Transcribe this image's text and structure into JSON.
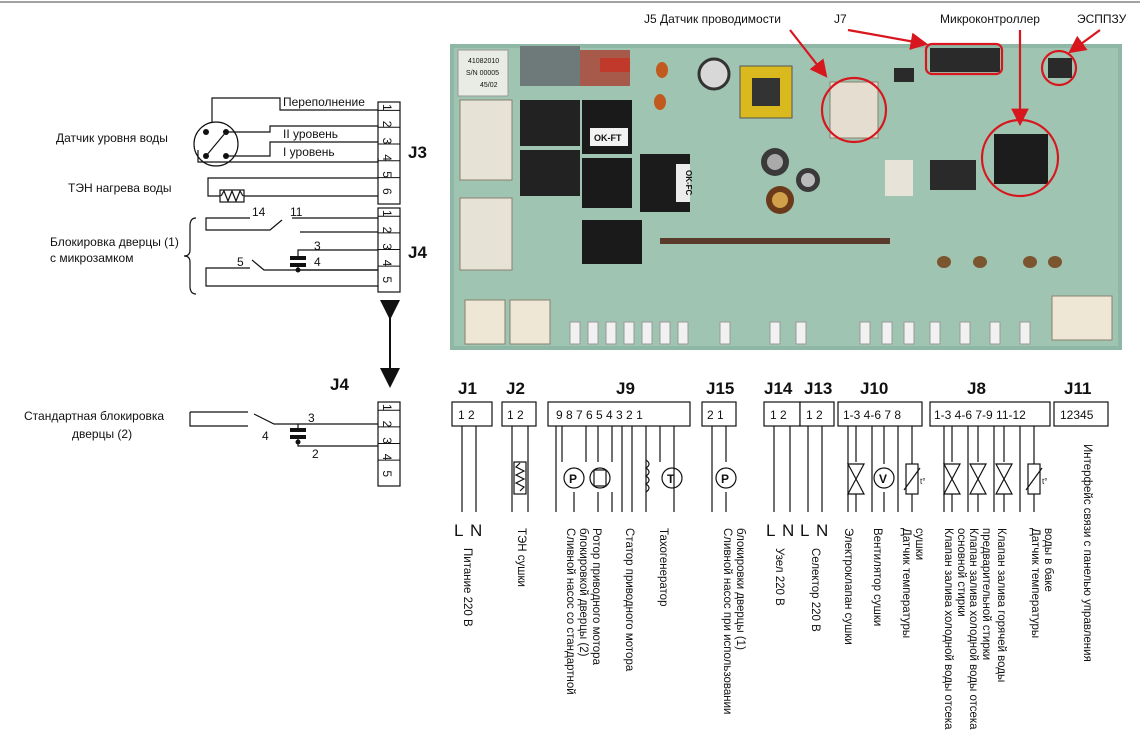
{
  "callouts": {
    "j5": "J5  Датчик проводимости",
    "j7": "J7",
    "mcu": "Микроконтроллер",
    "eeprom": "ЭСППЗУ"
  },
  "board": {
    "sticker_line1": "41082010",
    "sticker_line2": "S/N  00005",
    "sticker_line3": "45/02",
    "relay1": "OK-FT",
    "relay2": "OK-FC"
  },
  "left": {
    "water_level_sensor": "Датчик уровня воды",
    "overflow": "Переполнение",
    "level2": "II уровень",
    "level1": "I уровень",
    "heater": "ТЭН нагрева воды",
    "door_lock1_line1": "Блокировка дверцы (1)",
    "door_lock1_line2": "с микрозамком",
    "door_lock2_line1": "Стандартная блокировка",
    "door_lock2_line2": "дверцы (2)",
    "j3": "J3",
    "j4": "J4",
    "j4b": "J4",
    "j3_pins": [
      "1",
      "2",
      "3",
      "4",
      "5",
      "6"
    ],
    "j4_pins": [
      "1",
      "2",
      "3",
      "4",
      "5"
    ],
    "j4b_pins": [
      "1",
      "2",
      "3",
      "4",
      "5"
    ],
    "sw_14": "14",
    "sw_11": "11",
    "sw_3": "3",
    "sw_4": "4",
    "sw_5": "5",
    "sw2_3": "3",
    "sw2_4": "4",
    "sw2_2": "2"
  },
  "connectors": [
    {
      "name": "J1",
      "pins": "1  2"
    },
    {
      "name": "J2",
      "pins": "1  2"
    },
    {
      "name": "J9",
      "pins": "9  8  7  6  5  4  3  2  1"
    },
    {
      "name": "J15",
      "pins": "2  1"
    },
    {
      "name": "J14",
      "pins": "1  2"
    },
    {
      "name": "J13",
      "pins": "1  2"
    },
    {
      "name": "J10",
      "pins": "1-3   4-6   7   8"
    },
    {
      "name": "J8",
      "pins": "1-3    4-6   7-9  11-12"
    },
    {
      "name": "J11",
      "pins": "12345"
    }
  ],
  "bottom": {
    "L1": "L",
    "N1": "N",
    "L14": "L",
    "N14": "N",
    "L13": "L",
    "N13": "N",
    "pump_p": "P",
    "pump2_p": "P",
    "fan_v": "V",
    "tacho_t": "T",
    "temp_t": "t°",
    "temp_t2": "t°",
    "power": "Питание 220 В",
    "dry_heater": "ТЭН сушки",
    "drain_pump_std_1": "Сливной насос со стандартной",
    "drain_pump_std_2": "блокировкой дверцы (2)",
    "rotor": "Ротор приводного мотора",
    "stator": "Статор приводного мотора",
    "tacho": "Тахогенератор",
    "drain_pump_lock_1": "Сливной насос при использовании",
    "drain_pump_lock_2": "блокировки дверцы (1)",
    "node": "Узел  220 В",
    "selector": "Селектор  220 В",
    "dry_valve": "Электроклапан сушки",
    "dry_fan": "Вентилятор сушки",
    "dry_temp_1": "Датчик температуры",
    "dry_temp_2": "сушки",
    "valve_main_1": "Клапан залива холодной воды отсека",
    "valve_main_2": "основной стирки",
    "valve_pre_1": "Клапан залива холодной воды отсека",
    "valve_pre_2": "предварительной стирки",
    "valve_hot": "Клапан залива горячей воды",
    "tank_temp_1": "Датчик температуры",
    "tank_temp_2": "воды в баке",
    "interface": "Интерфейс связи с панелью управления"
  }
}
